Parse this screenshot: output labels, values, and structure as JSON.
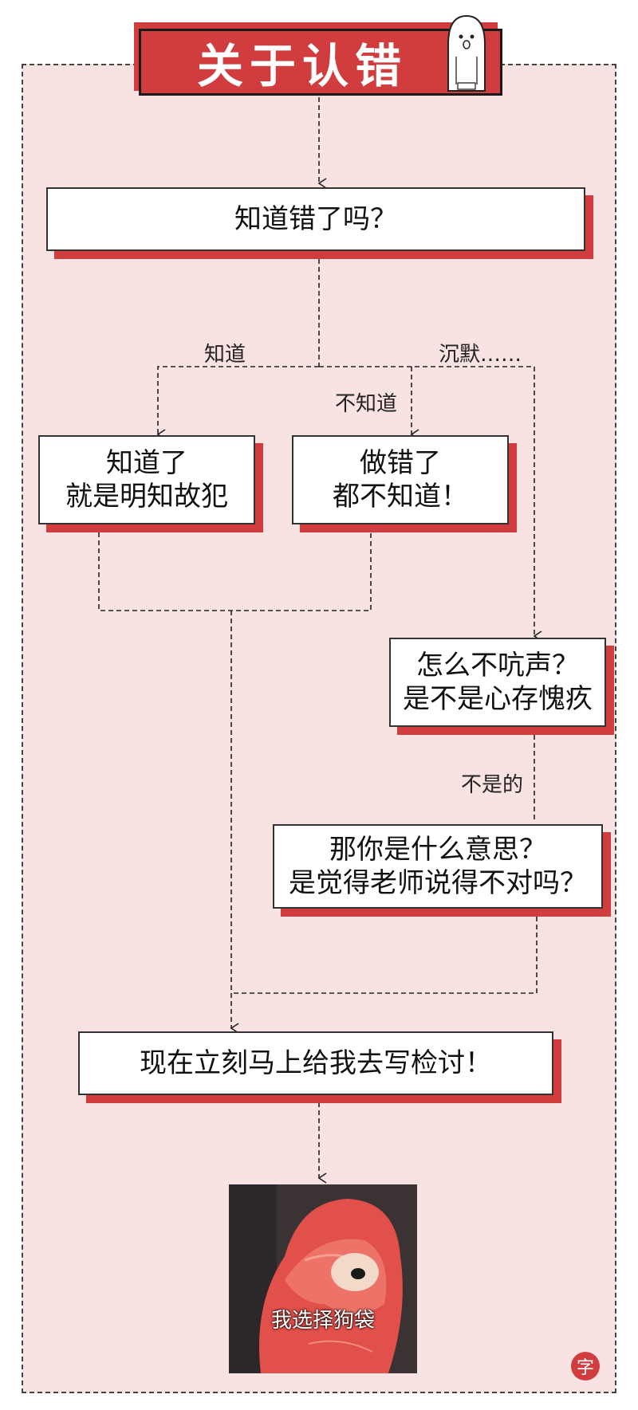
{
  "title": "关于认错",
  "nodes": {
    "start": "知道错了吗？",
    "knowing": [
      "知道了",
      "就是明知故犯"
    ],
    "not_knowing": [
      "做错了",
      "都不知道！"
    ],
    "silent": [
      "怎么不吭声？",
      "是不是心存愧疚"
    ],
    "meaning": [
      "那你是什么意思？",
      "是觉得老师说得不对吗？"
    ],
    "result": "现在立刻马上给我去写检讨！"
  },
  "edge_labels": {
    "know": "知道",
    "silence": "沉默……",
    "dont_know": "不知道",
    "no": "不是的"
  },
  "photo_caption": "我选择狗袋",
  "badge_glyph": "字",
  "colors": {
    "accent": "#d13c3f",
    "panel": "#f8e2e2"
  }
}
